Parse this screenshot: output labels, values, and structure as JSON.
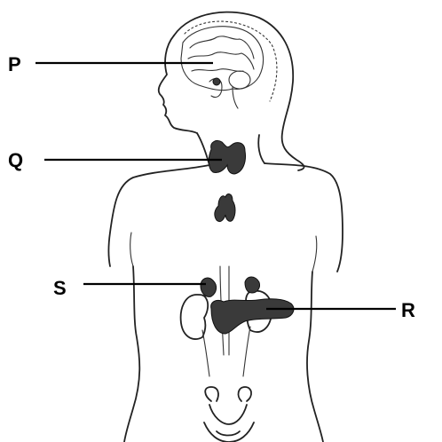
{
  "labels": {
    "p": "P",
    "q": "Q",
    "r": "R",
    "s": "S"
  },
  "colors": {
    "ink": "#000000",
    "gland_fill": "#3a3a3a",
    "background": "#ffffff"
  }
}
